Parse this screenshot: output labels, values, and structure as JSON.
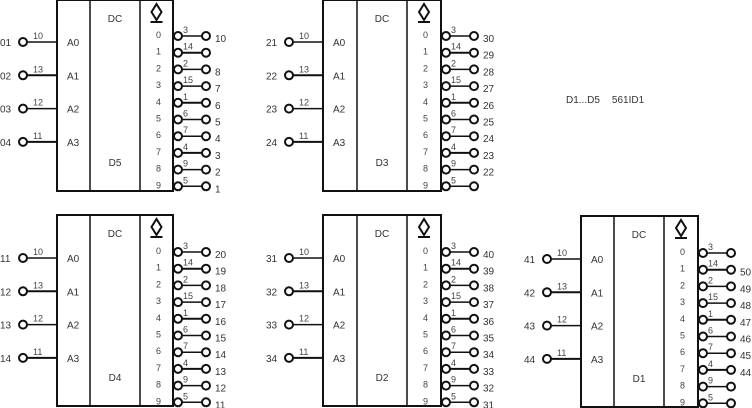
{
  "note": {
    "range": "D1...D5",
    "part": "561ID1"
  },
  "chips": [
    {
      "id": "D5",
      "header": "DC",
      "inputs": [
        {
          "name": "A0",
          "pin": "10",
          "label": "01"
        },
        {
          "name": "A1",
          "pin": "13",
          "label": "02"
        },
        {
          "name": "A2",
          "pin": "12",
          "label": "03"
        },
        {
          "name": "A3",
          "pin": "11",
          "label": "04"
        }
      ],
      "outputs": [
        {
          "index": "0",
          "pin": "3",
          "label": "10"
        },
        {
          "index": "1",
          "pin": "14",
          "label": ""
        },
        {
          "index": "2",
          "pin": "2",
          "label": "8"
        },
        {
          "index": "3",
          "pin": "15",
          "label": "7"
        },
        {
          "index": "4",
          "pin": "1",
          "label": "6"
        },
        {
          "index": "5",
          "pin": "6",
          "label": "5"
        },
        {
          "index": "6",
          "pin": "7",
          "label": "4"
        },
        {
          "index": "7",
          "pin": "4",
          "label": "3"
        },
        {
          "index": "8",
          "pin": "9",
          "label": "2"
        },
        {
          "index": "9",
          "pin": "5",
          "label": "1"
        }
      ]
    },
    {
      "id": "D3",
      "header": "DC",
      "inputs": [
        {
          "name": "A0",
          "pin": "10",
          "label": "21"
        },
        {
          "name": "A1",
          "pin": "13",
          "label": "22"
        },
        {
          "name": "A2",
          "pin": "12",
          "label": "23"
        },
        {
          "name": "A3",
          "pin": "11",
          "label": "24"
        }
      ],
      "outputs": [
        {
          "index": "0",
          "pin": "3",
          "label": "30"
        },
        {
          "index": "1",
          "pin": "14",
          "label": "29"
        },
        {
          "index": "2",
          "pin": "2",
          "label": "28"
        },
        {
          "index": "3",
          "pin": "15",
          "label": "27"
        },
        {
          "index": "4",
          "pin": "1",
          "label": "26"
        },
        {
          "index": "5",
          "pin": "6",
          "label": "25"
        },
        {
          "index": "6",
          "pin": "7",
          "label": "24"
        },
        {
          "index": "7",
          "pin": "4",
          "label": "23"
        },
        {
          "index": "8",
          "pin": "9",
          "label": "22"
        },
        {
          "index": "9",
          "pin": "5",
          "label": ""
        }
      ]
    },
    {
      "id": "D4",
      "header": "DC",
      "inputs": [
        {
          "name": "A0",
          "pin": "10",
          "label": "11"
        },
        {
          "name": "A1",
          "pin": "13",
          "label": "12"
        },
        {
          "name": "A2",
          "pin": "12",
          "label": "13"
        },
        {
          "name": "A3",
          "pin": "11",
          "label": "14"
        }
      ],
      "outputs": [
        {
          "index": "0",
          "pin": "3",
          "label": "20"
        },
        {
          "index": "1",
          "pin": "14",
          "label": "19"
        },
        {
          "index": "2",
          "pin": "2",
          "label": "18"
        },
        {
          "index": "3",
          "pin": "15",
          "label": "17"
        },
        {
          "index": "4",
          "pin": "1",
          "label": "16"
        },
        {
          "index": "5",
          "pin": "6",
          "label": "15"
        },
        {
          "index": "6",
          "pin": "7",
          "label": "14"
        },
        {
          "index": "7",
          "pin": "4",
          "label": "13"
        },
        {
          "index": "8",
          "pin": "9",
          "label": "12"
        },
        {
          "index": "9",
          "pin": "5",
          "label": "11"
        }
      ]
    },
    {
      "id": "D2",
      "header": "DC",
      "inputs": [
        {
          "name": "A0",
          "pin": "10",
          "label": "31"
        },
        {
          "name": "A1",
          "pin": "13",
          "label": "32"
        },
        {
          "name": "A2",
          "pin": "12",
          "label": "33"
        },
        {
          "name": "A3",
          "pin": "11",
          "label": "34"
        }
      ],
      "outputs": [
        {
          "index": "0",
          "pin": "3",
          "label": "40"
        },
        {
          "index": "1",
          "pin": "14",
          "label": "39"
        },
        {
          "index": "2",
          "pin": "2",
          "label": "38"
        },
        {
          "index": "3",
          "pin": "15",
          "label": "37"
        },
        {
          "index": "4",
          "pin": "1",
          "label": "36"
        },
        {
          "index": "5",
          "pin": "6",
          "label": "35"
        },
        {
          "index": "6",
          "pin": "7",
          "label": "34"
        },
        {
          "index": "7",
          "pin": "4",
          "label": "33"
        },
        {
          "index": "8",
          "pin": "9",
          "label": "32"
        },
        {
          "index": "9",
          "pin": "5",
          "label": "31"
        }
      ]
    },
    {
      "id": "D1",
      "header": "DC",
      "inputs": [
        {
          "name": "A0",
          "pin": "10",
          "label": "41"
        },
        {
          "name": "A1",
          "pin": "13",
          "label": "42"
        },
        {
          "name": "A2",
          "pin": "12",
          "label": "43"
        },
        {
          "name": "A3",
          "pin": "11",
          "label": "44"
        }
      ],
      "outputs": [
        {
          "index": "0",
          "pin": "3",
          "label": ""
        },
        {
          "index": "1",
          "pin": "14",
          "label": "50"
        },
        {
          "index": "2",
          "pin": "2",
          "label": "49"
        },
        {
          "index": "3",
          "pin": "15",
          "label": "48"
        },
        {
          "index": "4",
          "pin": "1",
          "label": "47"
        },
        {
          "index": "5",
          "pin": "6",
          "label": "46"
        },
        {
          "index": "6",
          "pin": "7",
          "label": "45"
        },
        {
          "index": "7",
          "pin": "4",
          "label": "44"
        },
        {
          "index": "8",
          "pin": "9",
          "label": ""
        },
        {
          "index": "9",
          "pin": "5",
          "label": ""
        }
      ]
    }
  ]
}
